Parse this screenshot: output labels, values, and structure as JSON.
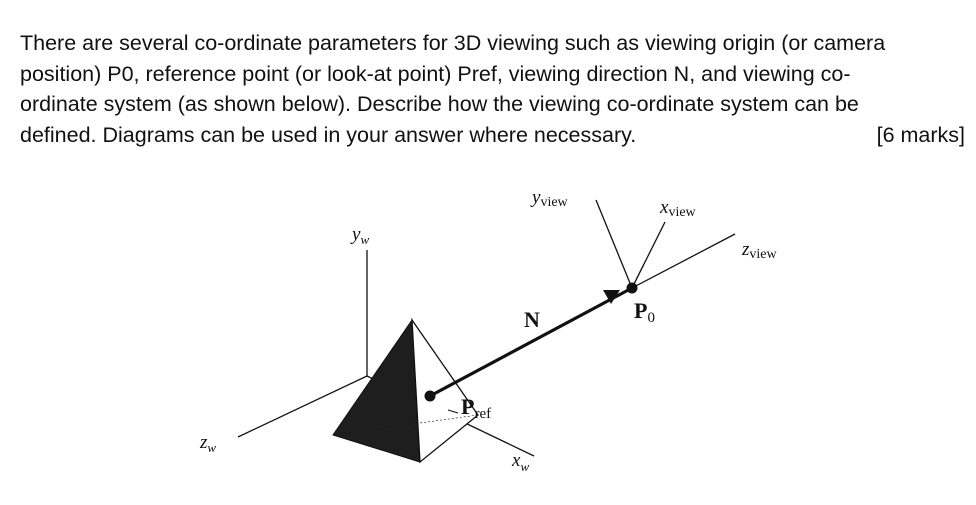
{
  "question": {
    "lines": [
      "There are several co-ordinate parameters for 3D viewing such as viewing origin (or camera",
      "position) P0, reference point (or look-at point) Pref, viewing direction N, and viewing co-",
      "ordinate system (as shown below).   Describe how the viewing co-ordinate system can be",
      "defined.   Diagrams can be used in your answer where necessary."
    ],
    "marks": "[6 marks]"
  },
  "diagram": {
    "labels": {
      "y_w": {
        "main": "y",
        "sub": "w"
      },
      "z_w": {
        "main": "z",
        "sub": "w"
      },
      "x_w": {
        "main": "x",
        "sub": "w"
      },
      "y_view": {
        "main": "y",
        "sub": "view"
      },
      "x_view": {
        "main": "x",
        "sub": "view"
      },
      "z_view": {
        "main": "z",
        "sub": "view"
      },
      "N": "N",
      "P0": {
        "main": "P",
        "sub": "0"
      },
      "Pref": {
        "main": "P",
        "sub": "ref"
      }
    }
  }
}
